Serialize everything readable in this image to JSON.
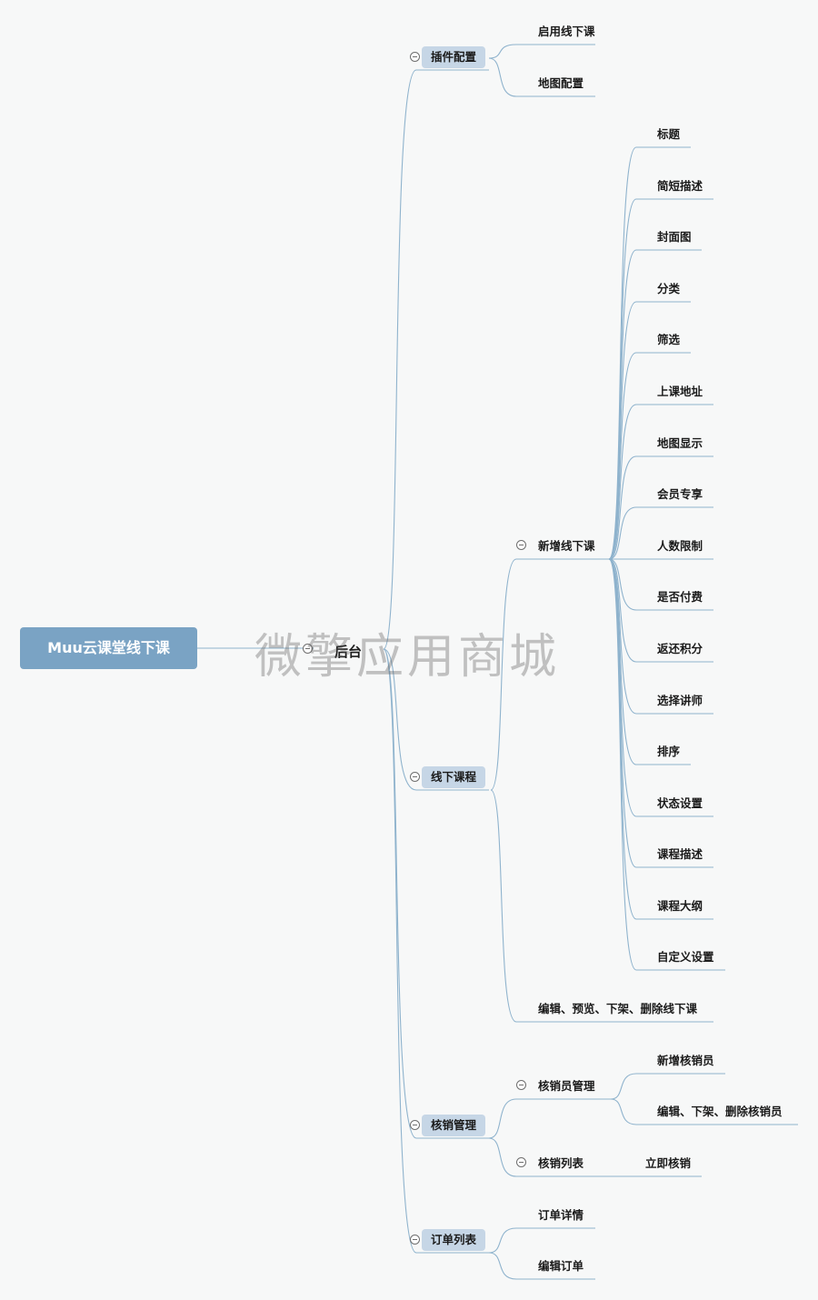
{
  "root": "Muu云课堂线下课",
  "hub": "后台",
  "branches": {
    "plugin": "插件配置",
    "course": "线下课程",
    "verify": "核销管理",
    "order": "订单列表"
  },
  "plugin_children": [
    "启用线下课",
    "地图配置"
  ],
  "course": {
    "add": "新增线下课",
    "edit": "编辑、预览、下架、删除线下课",
    "fields": [
      "标题",
      "简短描述",
      "封面图",
      "分类",
      "筛选",
      "上课地址",
      "地图显示",
      "会员专享",
      "人数限制",
      "是否付费",
      "返还积分",
      "选择讲师",
      "排序",
      "状态设置",
      "课程描述",
      "课程大纲",
      "自定义设置"
    ]
  },
  "verify": {
    "staff": "核销员管理",
    "staff_children": [
      "新增核销员",
      "编辑、下架、删除核销员"
    ],
    "list": "核销列表",
    "list_child": "立即核销"
  },
  "order_children": [
    "订单详情",
    "编辑订单"
  ],
  "watermark": "微擎应用商城",
  "colors": {
    "root": "#7aa3c4",
    "branch": "#c6d6e6",
    "line": "#8fb3cd"
  }
}
